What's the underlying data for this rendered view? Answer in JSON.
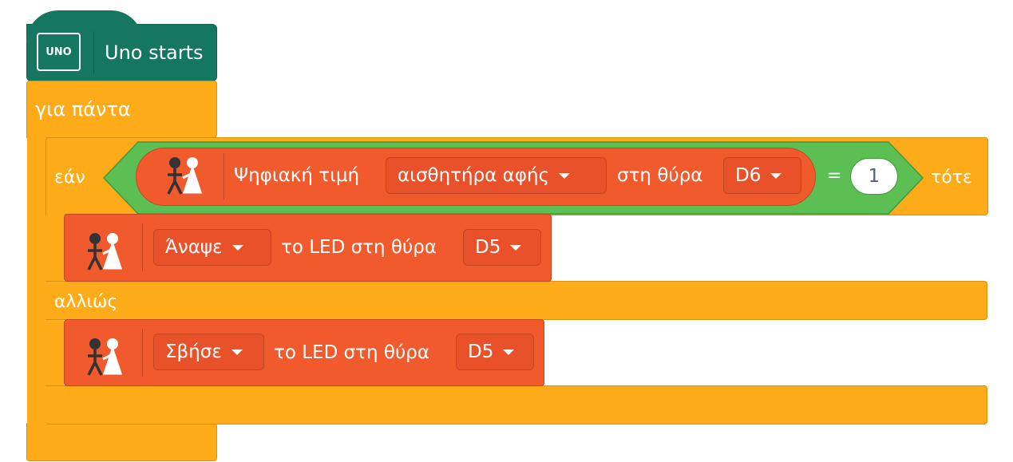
{
  "hat": {
    "label": "Uno starts",
    "icon_text": "UNO"
  },
  "forever": {
    "label": "για πάντα"
  },
  "if_block": {
    "if_label": "εάν",
    "then_label": "τότε",
    "else_label": "αλλιώς"
  },
  "condition": {
    "reporter_label": "Ψηφιακή τιμή",
    "sensor": "αισθητήρα αφής",
    "port_label": "στη θύρα",
    "port": "D6",
    "operator": "=",
    "value": "1"
  },
  "action_on": {
    "action": "Άναψε",
    "text": "το LED στη θύρα",
    "port": "D5"
  },
  "action_off": {
    "action": "Σβήσε",
    "text": "το LED στη θύρα",
    "port": "D5"
  },
  "colors": {
    "teal": "#167761",
    "orange": "#FDAB19",
    "red": "#F05A2C",
    "green": "#5CBF54"
  }
}
